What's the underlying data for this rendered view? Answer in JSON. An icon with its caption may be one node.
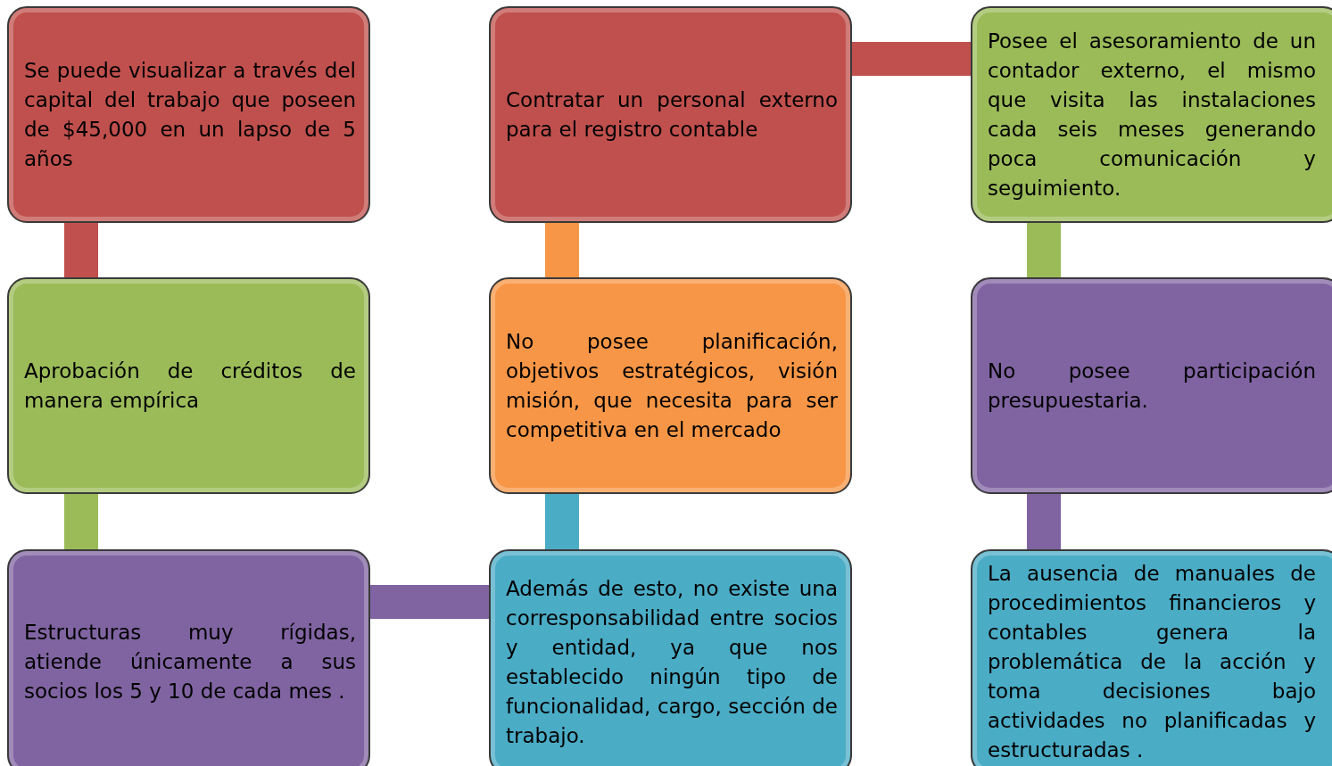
{
  "diagram": {
    "nodes": [
      {
        "text": [
          "Se puede visualizar a través del capital del trabajo que poseen de $45,000 en un lapso de 5 años"
        ]
      },
      {
        "text": [
          "Contratar un personal externo para el registro contable"
        ]
      },
      {
        "text": [
          "Posee el asesoramiento de un contador externo, el mismo que visita las instalaciones cada seis meses generando poca comunicación y seguimiento."
        ]
      },
      {
        "text": [
          "Aprobación de créditos de manera empírica"
        ]
      },
      {
        "text": [
          "No posee planificación, objetivos estratégicos, visión misión, que necesita para ser competitiva en el mercado"
        ]
      },
      {
        "text": [
          "No posee participación presupuestaria."
        ]
      },
      {
        "text": [
          "Estructuras muy rígidas, atiende únicamente a sus socios los 5 y 10 de cada mes ."
        ]
      },
      {
        "text": [
          "Además de esto, no existe una corresponsabilidad entre socios y entidad, ya que nos establecido ningún tipo de funcionalidad, cargo, sección de trabajo."
        ]
      },
      {
        "text": [
          "La ausencia de manuales de procedimientos financieros y contables genera la problemática de la acción y toma decisiones bajo actividades no planificadas y estructuradas ."
        ]
      }
    ],
    "edges": [
      {
        "from": 0,
        "to": 3,
        "arrow": "none",
        "color": "#c0504d"
      },
      {
        "from": 3,
        "to": 6,
        "arrow": "none",
        "color": "#9bbb59"
      },
      {
        "from": 6,
        "to": 7,
        "arrow": "none",
        "color": "#8064a2"
      },
      {
        "from": 7,
        "to": 4,
        "arrow": "none",
        "color": "#4bacc6"
      },
      {
        "from": 4,
        "to": 1,
        "arrow": "none",
        "color": "#f79646"
      },
      {
        "from": 1,
        "to": 2,
        "arrow": "none",
        "color": "#c0504d"
      },
      {
        "from": 2,
        "to": 5,
        "arrow": "none",
        "color": "#9bbb59"
      },
      {
        "from": 5,
        "to": 8,
        "arrow": "none",
        "color": "#8064a2"
      }
    ]
  }
}
